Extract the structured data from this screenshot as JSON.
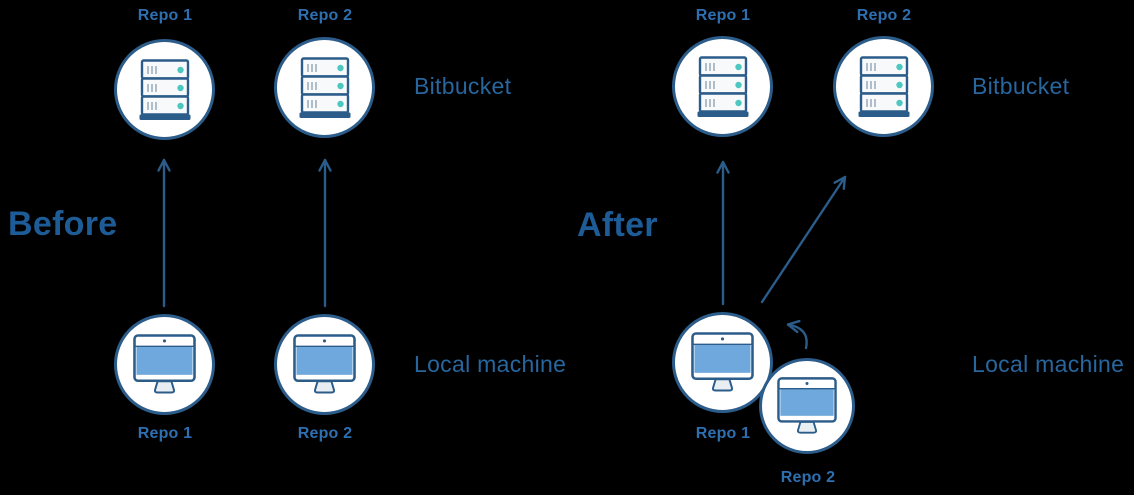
{
  "sections": {
    "before": {
      "title": "Before",
      "remote_label": "Bitbucket",
      "local_label": "Local machine",
      "remote_repos": [
        "Repo 1",
        "Repo 2"
      ],
      "local_repos": [
        "Repo 1",
        "Repo 2"
      ]
    },
    "after": {
      "title": "After",
      "remote_label": "Bitbucket",
      "local_label": "Local machine",
      "remote_repos": [
        "Repo 1",
        "Repo 2"
      ],
      "local_repos": [
        "Repo 1",
        "Repo 2"
      ]
    }
  },
  "colors": {
    "stroke_navy": "#2b5c8a",
    "label_blue": "#2e6fb0",
    "header_blue": "#28669e",
    "title_blue": "#1e5c97",
    "screen_blue": "#6fa8dc",
    "dot_teal": "#4ec7c1",
    "panel_fill": "#f7f9fb",
    "background": "#000000"
  },
  "icons": {
    "remote_node": "server-icon",
    "local_node": "desktop-computer-icon",
    "push": "up-arrow-icon",
    "move": "curved-move-arrow-icon"
  }
}
